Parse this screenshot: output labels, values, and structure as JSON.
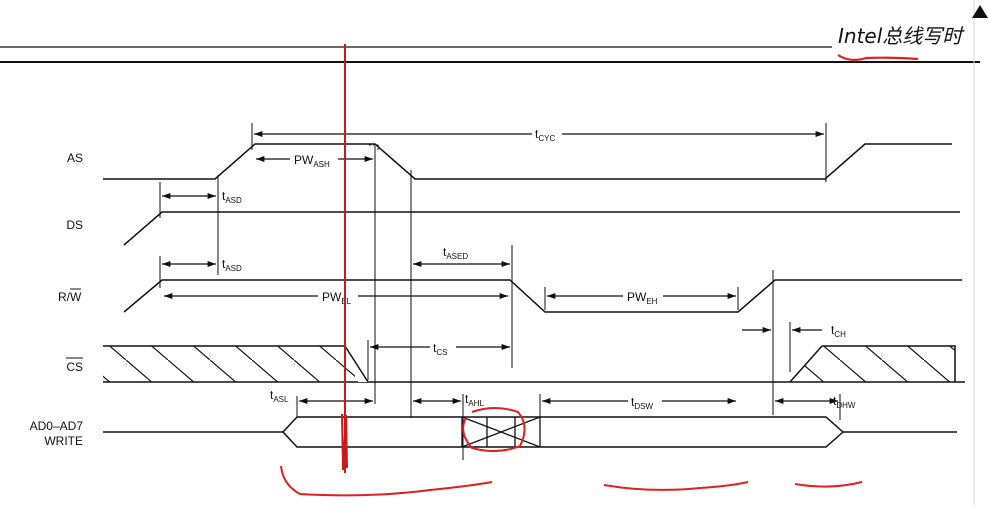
{
  "title": "Intel总线写时",
  "signals": {
    "as": "AS",
    "ds": "DS",
    "rw_main": "R/",
    "rw_bar": "W",
    "cs": "CS",
    "ad_line1": "AD0–AD7",
    "ad_line2": "WRITE"
  },
  "timings": {
    "tcyc": {
      "main": "t",
      "sub": "CYC"
    },
    "pwash": {
      "main": "PW",
      "sub": "ASH"
    },
    "tasd1": {
      "main": "t",
      "sub": "ASD"
    },
    "tasd2": {
      "main": "t",
      "sub": "ASD"
    },
    "tased": {
      "main": "t",
      "sub": "ASED"
    },
    "pwel": {
      "main": "PW",
      "sub": "EL"
    },
    "pweh": {
      "main": "PW",
      "sub": "EH"
    },
    "tcs": {
      "main": "t",
      "sub": "CS"
    },
    "tch": {
      "main": "t",
      "sub": "CH"
    },
    "tasl": {
      "main": "t",
      "sub": "ASL"
    },
    "tahl": {
      "main": "t",
      "sub": "AHL"
    },
    "tdsw": {
      "main": "t",
      "sub": "DSW"
    },
    "tdhw": {
      "main": "t",
      "sub": "DHW"
    }
  },
  "colors": {
    "waveform": "#111111",
    "annotation_pen": "#e02020",
    "cursor_line": "#cc1a1a",
    "background": "#ffffff"
  },
  "icons": {
    "corner": "triangle-up-icon"
  }
}
